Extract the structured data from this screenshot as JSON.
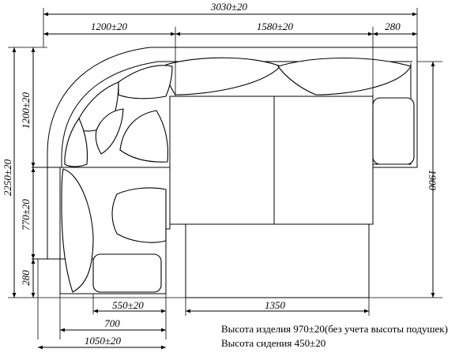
{
  "dimensions": {
    "total_width": "3030±20",
    "corner_width": "1200±20",
    "straight_width": "1580±20",
    "arm_width": "280",
    "total_depth": "2250±20",
    "corner_depth": "1200±20",
    "side_depth": "770±20",
    "bottom_arm": "280",
    "right_depth": "1900",
    "seat_depth": "550±20",
    "inner_width": "700",
    "side_width": "1050±20",
    "bed_length": "1350"
  },
  "notes": {
    "height": "Высота изделия 970±20(без учета высоты подушек)",
    "seat_height": "Высота сидения 450±20"
  }
}
